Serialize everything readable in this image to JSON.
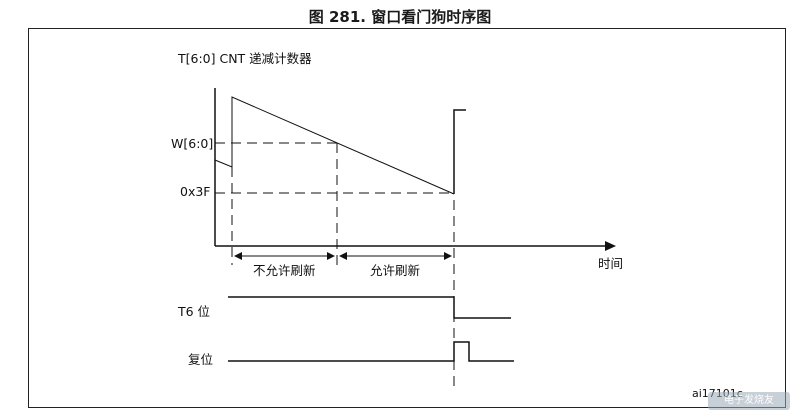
{
  "title": "图 281. 窗口看门狗时序图",
  "y_axis_label": "T[6:0] CNT 递减计数器",
  "levels": {
    "w": "W[6:0]",
    "hex": "0x3F"
  },
  "x_axis_label": "时间",
  "windows": {
    "not_allowed": "不允许刷新",
    "allowed": "允许刷新"
  },
  "signals": {
    "t6": "T6 位",
    "reset": "复位"
  },
  "figure_code": "ai17101c",
  "watermark": "电子发烧友"
}
